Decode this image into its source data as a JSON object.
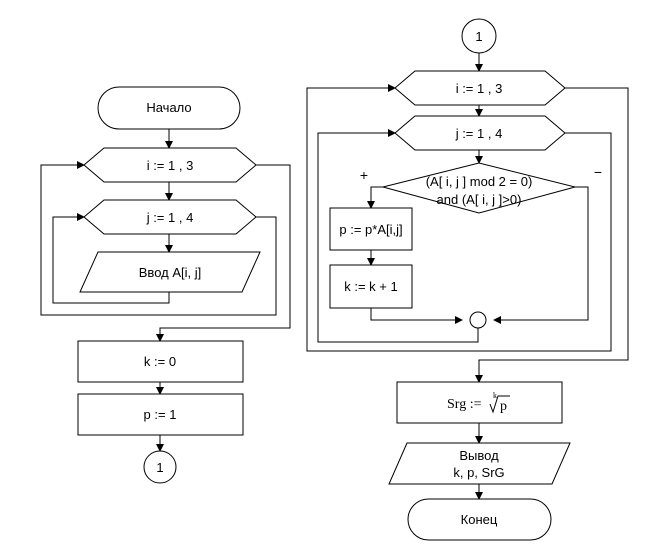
{
  "left": {
    "start": "Начало",
    "loop_i": "i := 1 , 3",
    "loop_j": "j := 1 , 4",
    "input": "Ввод A[i, j]",
    "init_k": "k := 0",
    "init_p": "p := 1",
    "connector": "1"
  },
  "right": {
    "connector": "1",
    "loop_i": "i := 1 , 3",
    "loop_j": "j := 1 , 4",
    "condition_line1": "(A[ i, j ] mod 2 = 0)",
    "condition_line2": "and (A[ i, j ]>0)",
    "yes_sign": "+",
    "no_sign": "−",
    "assign_p": "p := p*A[i,j]",
    "assign_k": "k := k + 1",
    "srg_lhs": "Srg :=",
    "srg_index": "k",
    "srg_radicand": "p",
    "output_line1": "Вывод",
    "output_line2": "k, p, SrG",
    "end": "Конец"
  }
}
